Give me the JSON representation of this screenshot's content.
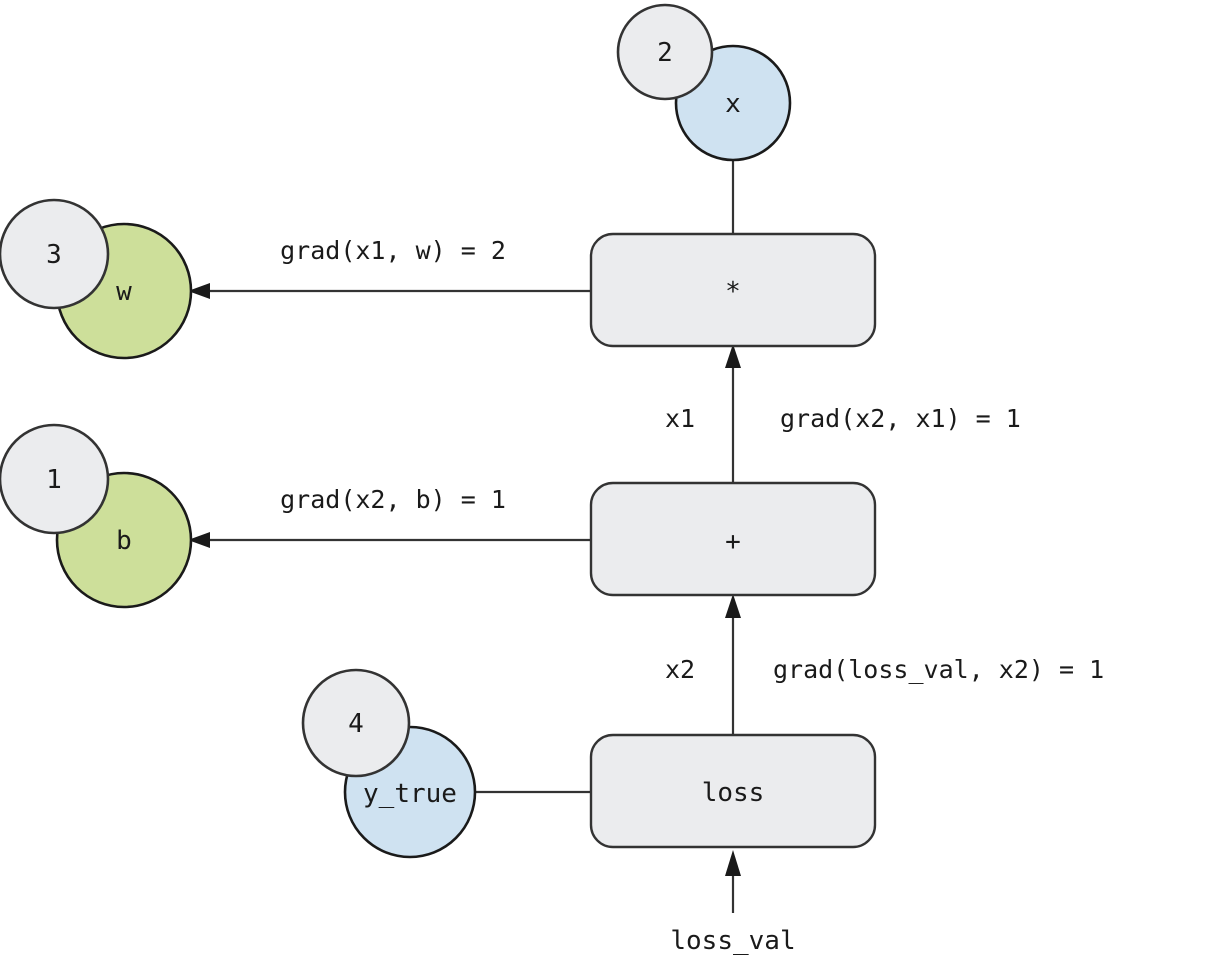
{
  "diagram": {
    "title": "autograd-computational-graph",
    "colors": {
      "variable_blue": "#cfe2f1",
      "parameter_green": "#cddf9a",
      "op_gray": "#ebecee",
      "value_gray": "#ebecee",
      "stroke": "#1a1a1a",
      "background": "#ffffff"
    },
    "nodes": [
      {
        "id": "x",
        "label": "x",
        "value": "2",
        "kind": "input",
        "color": "#cfe2f1"
      },
      {
        "id": "w",
        "label": "w",
        "value": "3",
        "kind": "parameter",
        "color": "#cddf9a"
      },
      {
        "id": "b",
        "label": "b",
        "value": "1",
        "kind": "parameter",
        "color": "#cddf9a"
      },
      {
        "id": "y_true",
        "label": "y_true",
        "value": "4",
        "kind": "input",
        "color": "#cfe2f1"
      }
    ],
    "operations": [
      {
        "id": "mul",
        "label": "*"
      },
      {
        "id": "add",
        "label": "+"
      },
      {
        "id": "loss",
        "label": "loss"
      }
    ],
    "edge_labels": {
      "grad_x1_w": "grad(x1, w) = 2",
      "grad_x2_b": "grad(x2, b) = 1",
      "x1": "x1",
      "grad_x2_x1": "grad(x2, x1) = 1",
      "x2": "x2",
      "grad_lossval_x2": "grad(loss_val, x2) = 1",
      "loss_val": "loss_val"
    }
  }
}
